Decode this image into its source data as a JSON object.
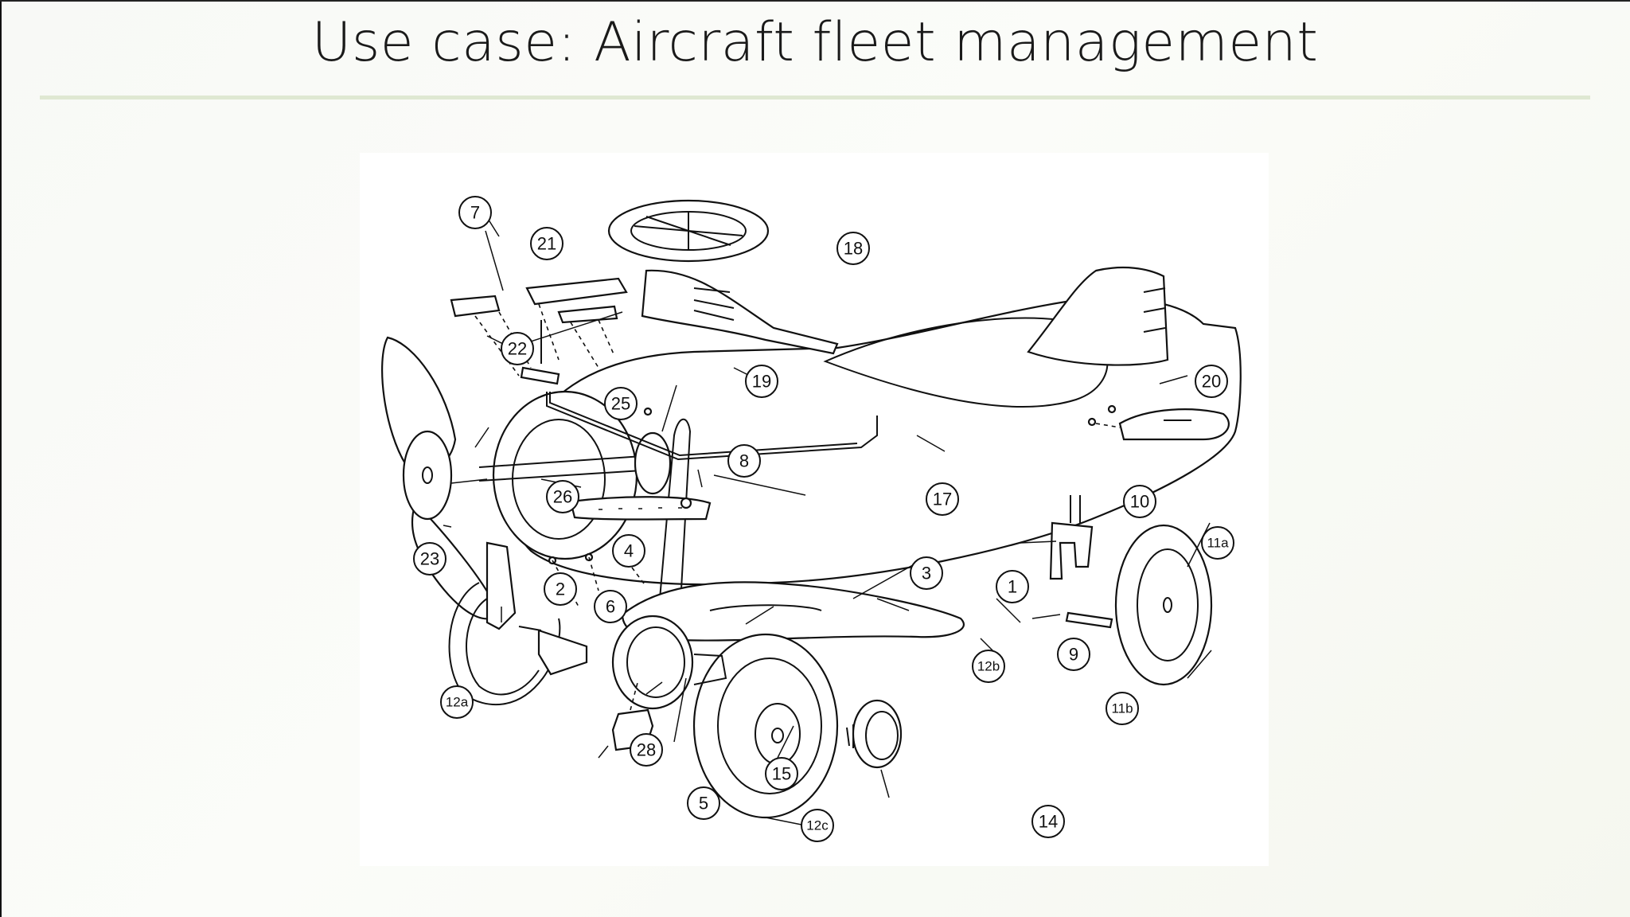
{
  "slide": {
    "title": "Use case: Aircraft fleet management"
  },
  "diagram": {
    "callouts": {
      "c1": "1",
      "c2": "2",
      "c3": "3",
      "c4": "4",
      "c5": "5",
      "c6": "6",
      "c7": "7",
      "c8": "8",
      "c9": "9",
      "c10": "10",
      "c11a": "11a",
      "c11b": "11b",
      "c12a": "12a",
      "c12b": "12b",
      "c12c": "12c",
      "c14": "14",
      "c15": "15",
      "c17": "17",
      "c18": "18",
      "c19": "19",
      "c20": "20",
      "c21": "21",
      "c22": "22",
      "c23": "23",
      "c25": "25",
      "c26": "26",
      "c28": "28"
    }
  }
}
